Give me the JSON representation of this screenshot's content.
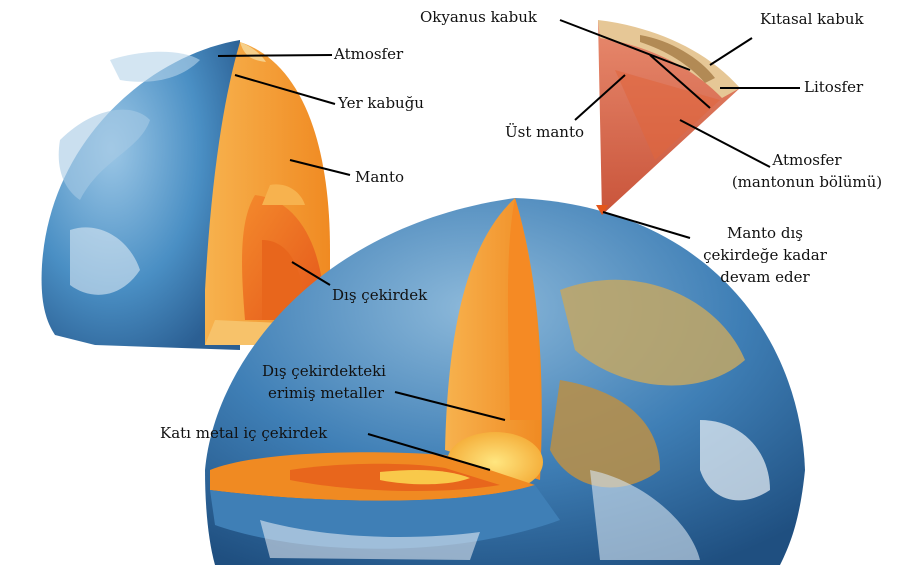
{
  "labels": {
    "left_atmosfer": "Atmosfer",
    "left_yer_kabugu": "Yer kabuğu",
    "left_manto": "Manto",
    "left_dis_cekirdek": "Dış çekirdek",
    "okyanus_kabuk": "Okyanus kabuk",
    "kitasal_kabuk": "Kıtasal kabuk",
    "litosfer": "Litosfer",
    "ust_manto": "Üst manto",
    "atmosfer_mantonun_line1": "Atmosfer",
    "atmosfer_mantonun_line2": "(mantonun bölümü)",
    "manto_dis_line1": "Manto dış",
    "manto_dis_line2": "çekirdeğe kadar",
    "manto_dis_line3": "devam eder",
    "dis_cekirdekteki_line1": "Dış çekirdekteki",
    "dis_cekirdekteki_line2": "erimiş metaller",
    "kati_metal": "Katı metal iç çekirdek"
  },
  "colors": {
    "ocean": "#4a8fc4",
    "land": "#b89a5a",
    "crust": "#f2b35a",
    "mantle": "#f49a2a",
    "outer_core": "#f06a1c",
    "inner_core": "#f7d24a",
    "wedge": "#d9705a",
    "line": "#000000"
  }
}
